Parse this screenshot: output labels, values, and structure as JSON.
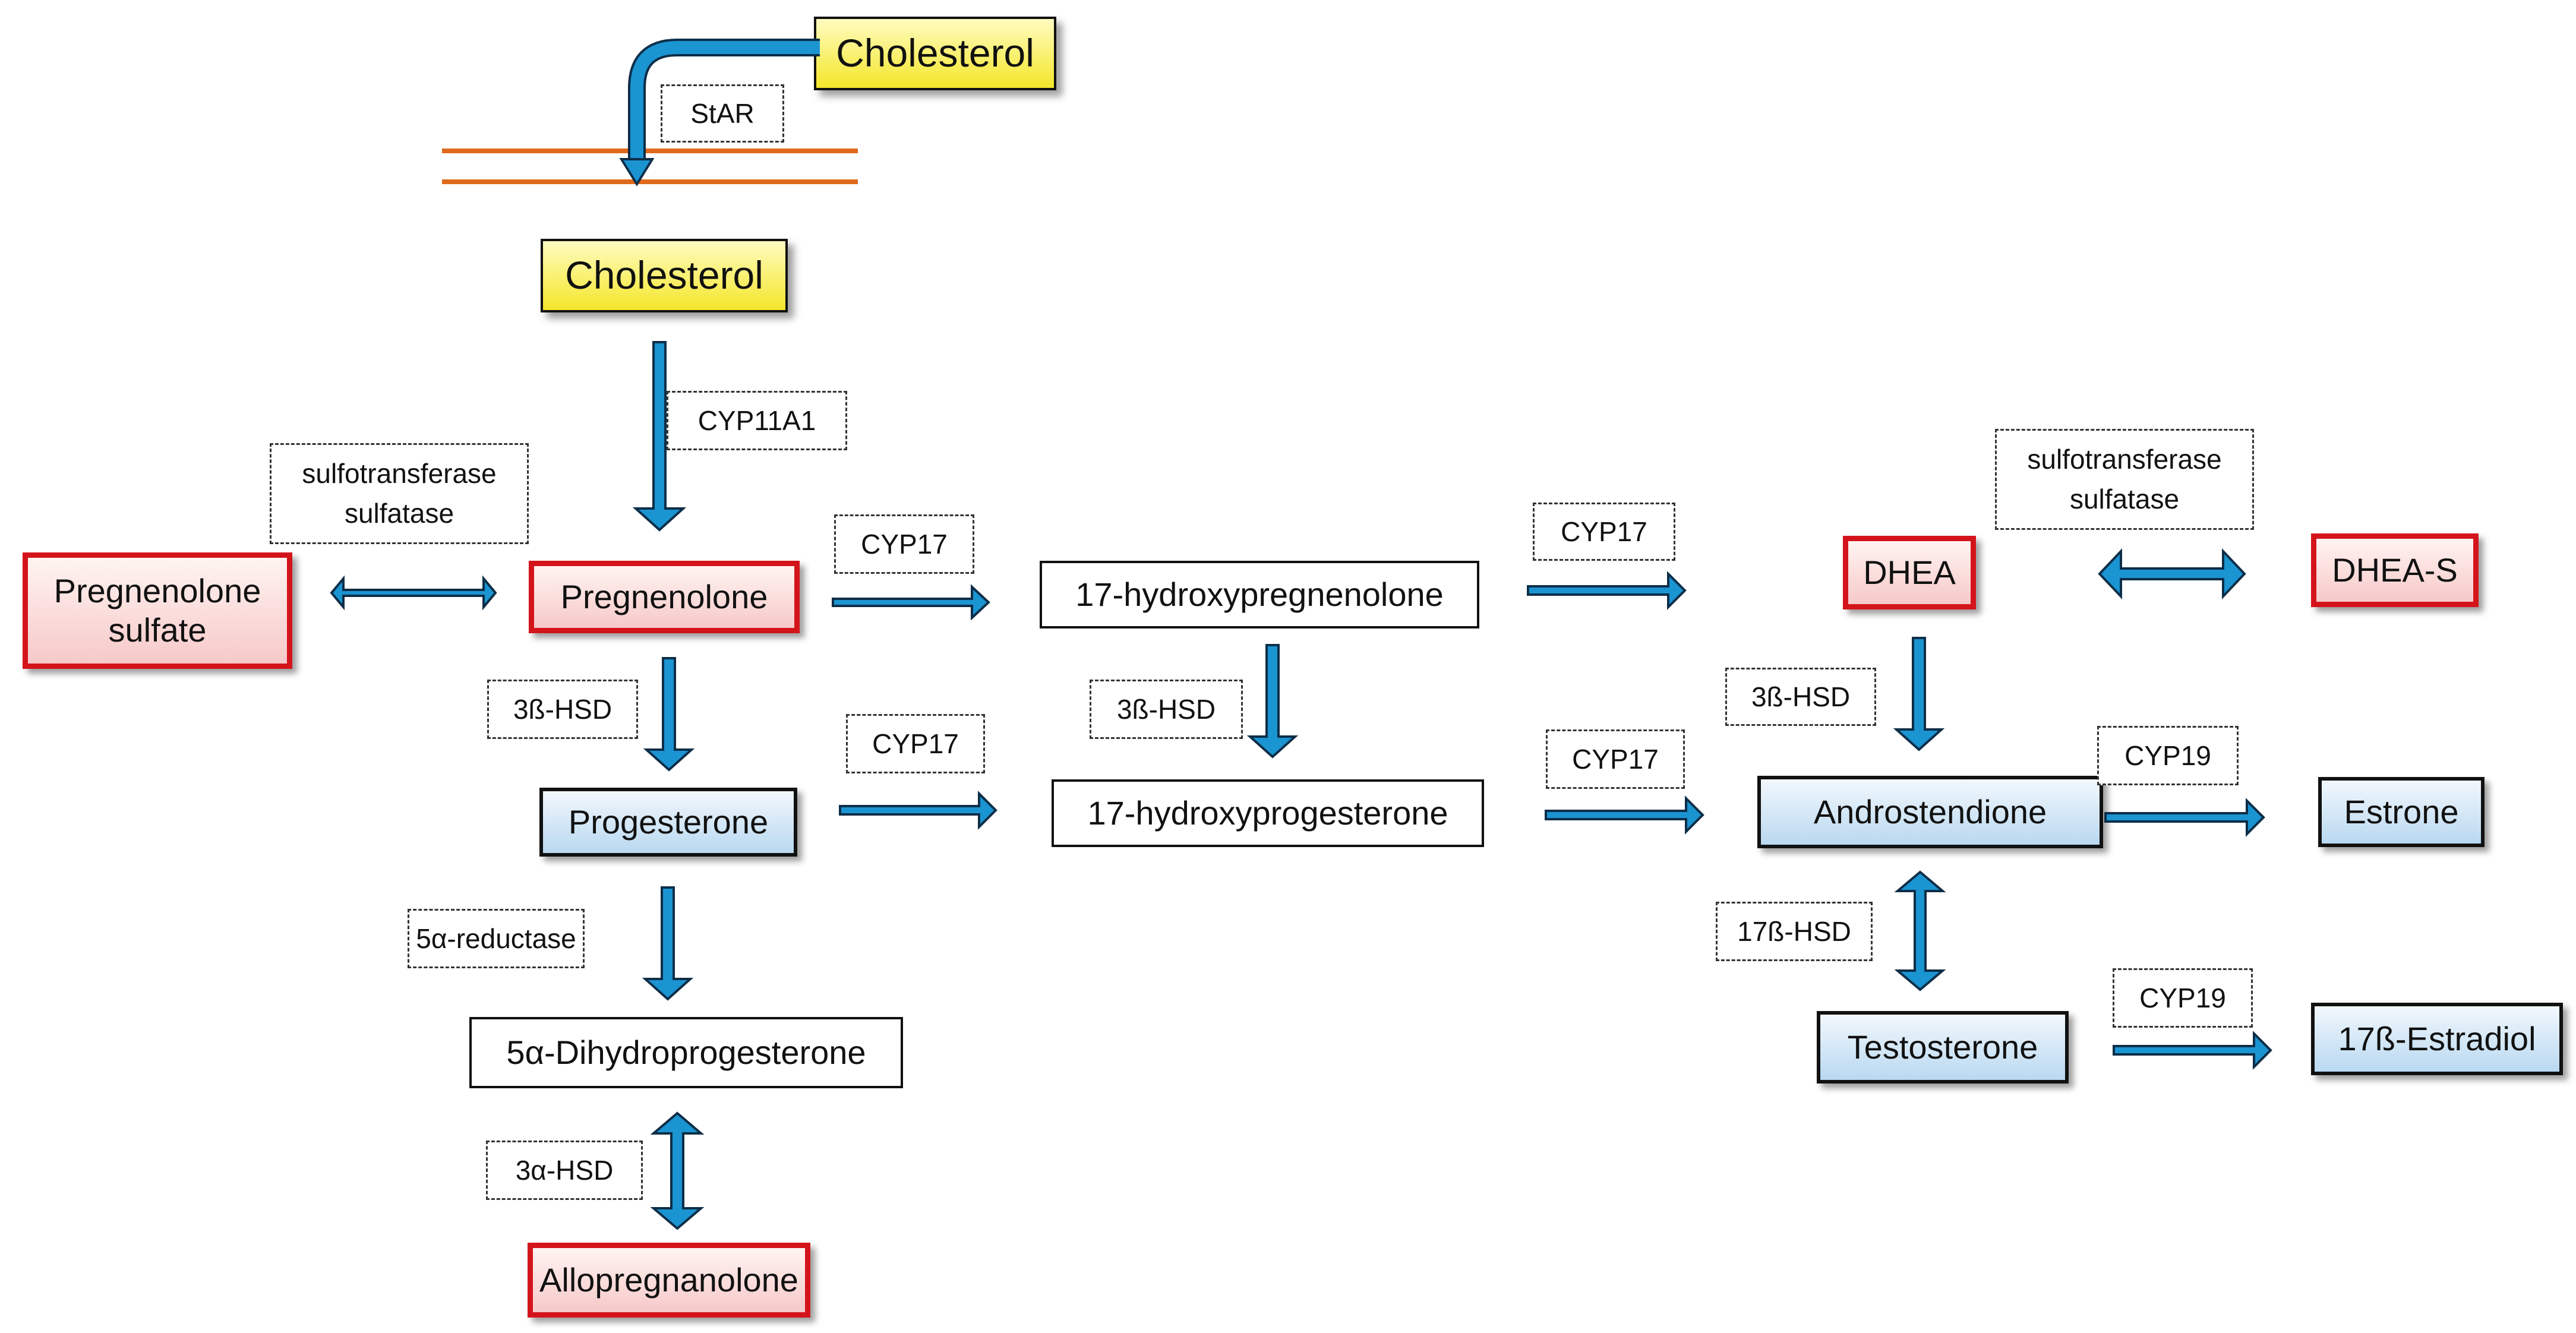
{
  "nodes": {
    "cholesterol_outside": "Cholesterol",
    "cholesterol_inside": "Cholesterol",
    "pregnenolone_sulfate": "Pregnenolone\nsulfate",
    "pregnenolone": "Pregnenolone",
    "hydroxypregnenolone": "17-hydroxypregnenolone",
    "dhea": "DHEA",
    "dhea_s": "DHEA-S",
    "progesterone": "Progesterone",
    "hydroxyprogesterone": "17-hydroxyprogesterone",
    "androstendione": "Androstendione",
    "estrone": "Estrone",
    "dihydroprogesterone": "5α-Dihydroprogesterone",
    "testosterone": "Testosterone",
    "estradiol": "17ß-Estradiol",
    "allopregnanolone": "Allopregnanolone"
  },
  "enzymes": {
    "star": "StAR",
    "cyp11a1": "CYP11A1",
    "sulfo_left": "sulfotransferase\nsulfatase",
    "cyp17_a": "CYP17",
    "cyp17_b": "CYP17",
    "hsd3b_a": "3ß-HSD",
    "cyp17_c": "CYP17",
    "hsd3b_b": "3ß-HSD",
    "sulfo_right": "sulfotransferase\nsulfatase",
    "hsd3b_c": "3ß-HSD",
    "cyp17_d": "CYP17",
    "cyp19_a": "CYP19",
    "reductase": "5α-reductase",
    "hsd17b": "17ß-HSD",
    "cyp19_b": "CYP19",
    "hsd3a": "3α-HSD"
  },
  "colors": {
    "arrow_fill": "#1b94d2",
    "arrow_stroke": "#0d2e48",
    "membrane": "#e06a1c",
    "red_border": "#d4141b"
  }
}
